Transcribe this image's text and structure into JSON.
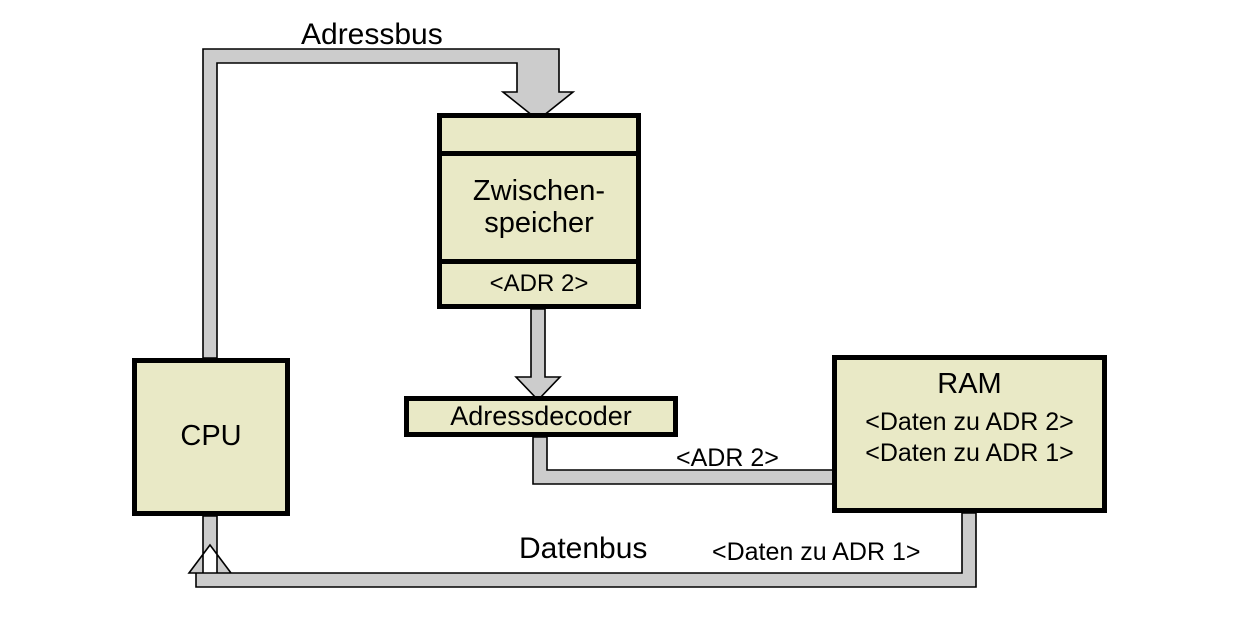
{
  "diagram": {
    "title": "Adressbus / Datenbus Speicherzugriff",
    "background_color": "#FFFFFF",
    "box_fill_color": "#E9E9C6",
    "box_border_color": "#000000",
    "bus_fill_color": "#CCCCCC",
    "bus_outline_color": "#000000"
  },
  "boxes": {
    "cpu": {
      "label": "CPU"
    },
    "buffer": {
      "empty_row": "",
      "name": "Zwischen-\nspeicher",
      "address_row": "<ADR 2>"
    },
    "decoder": {
      "label": "Adressdecoder"
    },
    "ram": {
      "title": "RAM",
      "rows": [
        "<Daten zu ADR 2>",
        "<Daten zu ADR 1>"
      ]
    }
  },
  "labels": {
    "address_bus": "Adressbus",
    "adr2_wire": "<ADR 2>",
    "data_bus": "Datenbus",
    "data_adr1": "<Daten zu ADR 1>"
  },
  "connections": [
    {
      "name": "address-bus",
      "from": "cpu",
      "to": "buffer",
      "label": "Adressbus",
      "arrowhead": "buffer-top"
    },
    {
      "name": "buffer-to-decoder",
      "from": "buffer",
      "to": "decoder",
      "label": "",
      "arrowhead": "decoder-top"
    },
    {
      "name": "decoder-to-ram",
      "from": "decoder",
      "to": "ram",
      "label": "<ADR 2>",
      "arrowhead": "ram-left"
    },
    {
      "name": "data-bus",
      "from": "ram",
      "to": "cpu",
      "label": "Datenbus",
      "arrowhead": "cpu-bottom"
    }
  ]
}
